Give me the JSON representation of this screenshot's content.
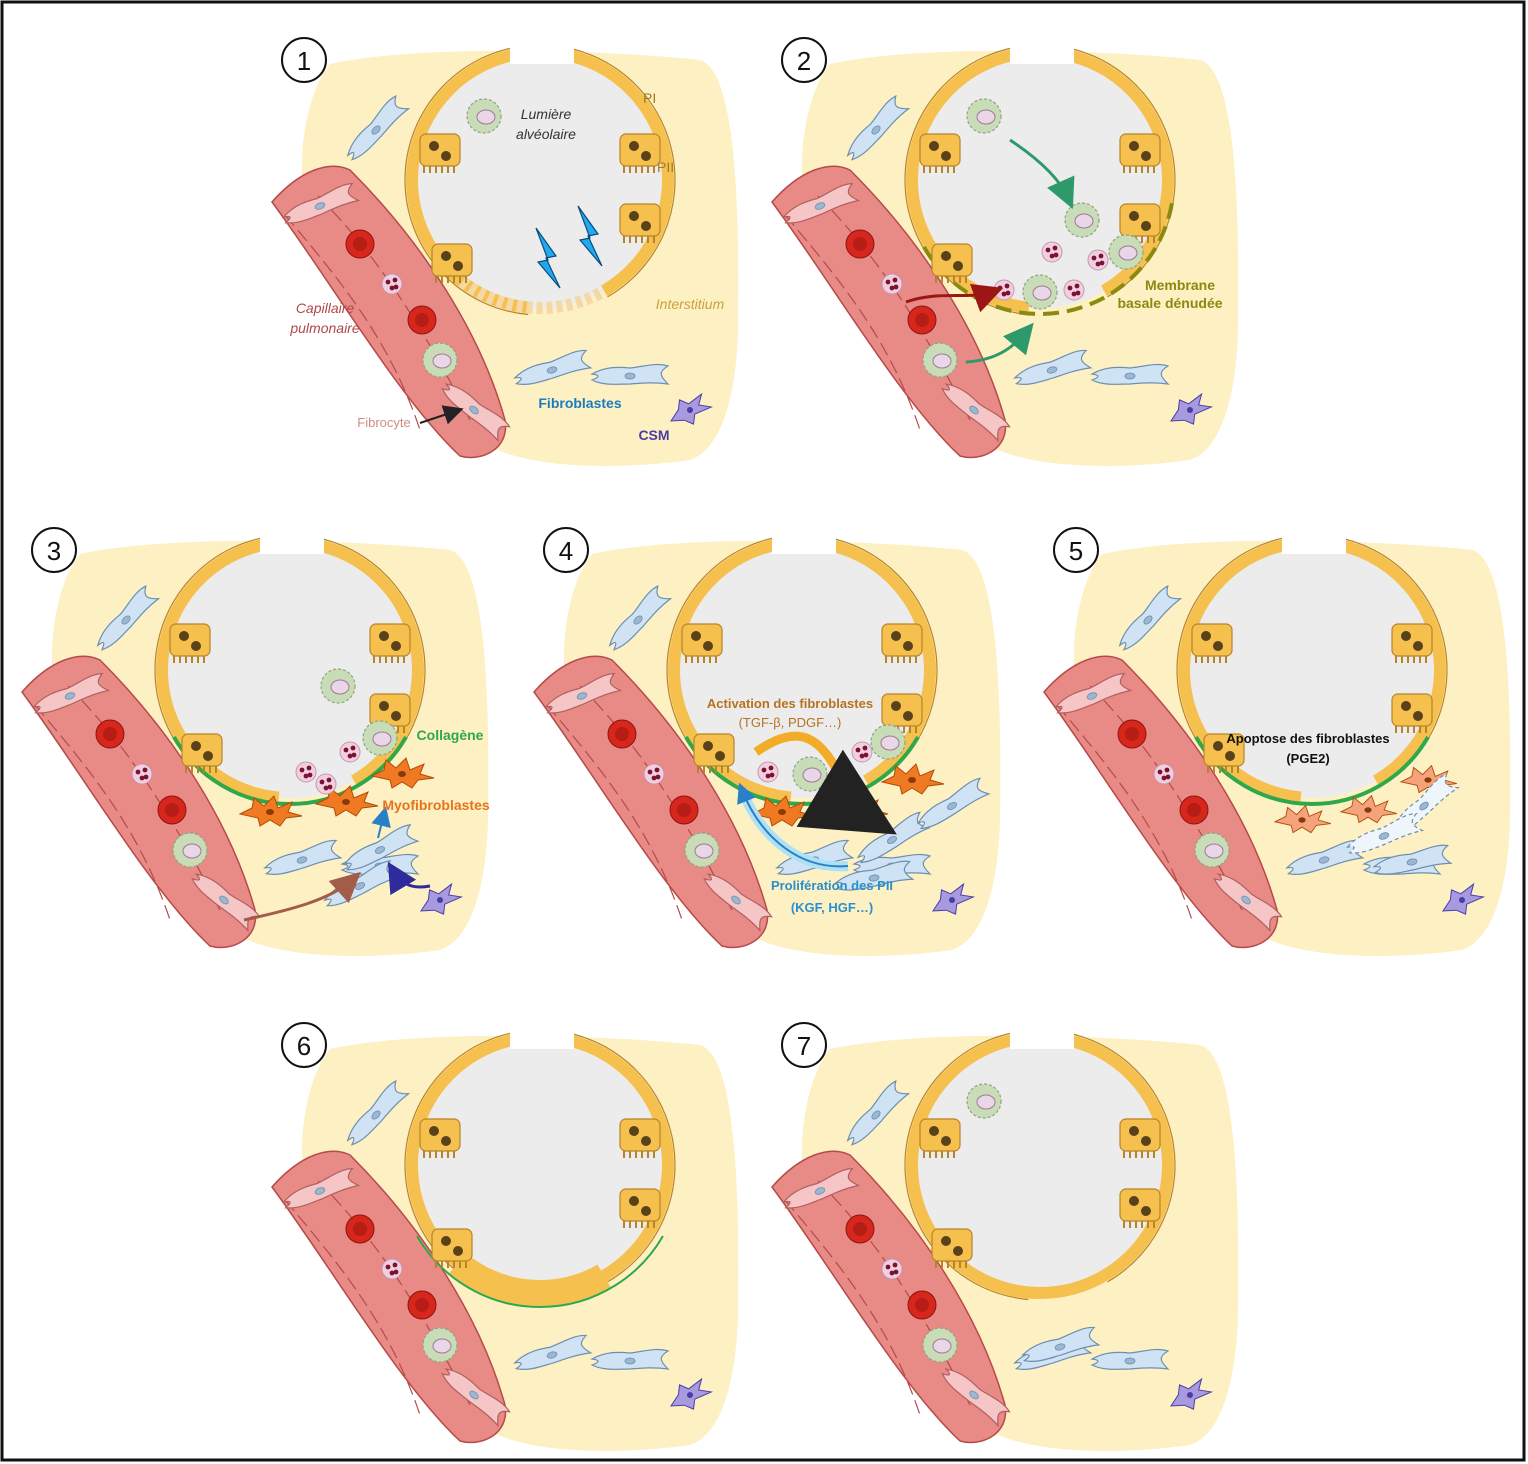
{
  "panels": [
    {
      "number": "1"
    },
    {
      "number": "2"
    },
    {
      "number": "3"
    },
    {
      "number": "4"
    },
    {
      "number": "5"
    },
    {
      "number": "6"
    },
    {
      "number": "7"
    }
  ],
  "labels": {
    "pi": "PI",
    "pii": "PII",
    "lumen_line1": "Lumière",
    "lumen_line2": "alvéolaire",
    "capillary_line1": "Capillaire",
    "capillary_line2": "pulmonaire",
    "interstitium": "Interstitium",
    "fibroblasts": "Fibroblastes",
    "fibrocyte": "Fibrocyte",
    "csm": "CSM",
    "membrane_line1": "Membrane",
    "membrane_line2": "basale dénudée",
    "collagen": "Collagène",
    "myofibroblasts": "Myofibroblastes",
    "activation_line1": "Activation des fibroblastes",
    "activation_line2": "(TGF-β, PDGF…)",
    "proliferation_line1": "Prolifération des PII",
    "proliferation_line2": "(KGF, HGF…)",
    "apoptosis_line1": "Apoptose des fibroblastes",
    "apoptosis_line2": "(PGE2)"
  },
  "colors": {
    "interstitium": "#fdf0c2",
    "lumen": "#ececec",
    "epithelium": "#f5c04d",
    "capillary": "#e88a86",
    "erythrocyte": "#d7261c",
    "fibroblast": "#cfe3f5",
    "myofibroblast": "#f07a22",
    "collagen": "#2ea84a",
    "macrophage": "#c8dcb8",
    "neutrophil": "#f1cfe0",
    "csm": "#a79ade",
    "label_fibroblast": "#1a7cc0",
    "label_capillary": "#b04848",
    "label_interstitium": "#c8a23a",
    "label_membrane": "#8a8a10",
    "label_activation": "#b57321",
    "label_proliferation": "#2a8fce",
    "label_csm": "#4b3ca8",
    "label_fibrocyte": "#d28c84"
  }
}
